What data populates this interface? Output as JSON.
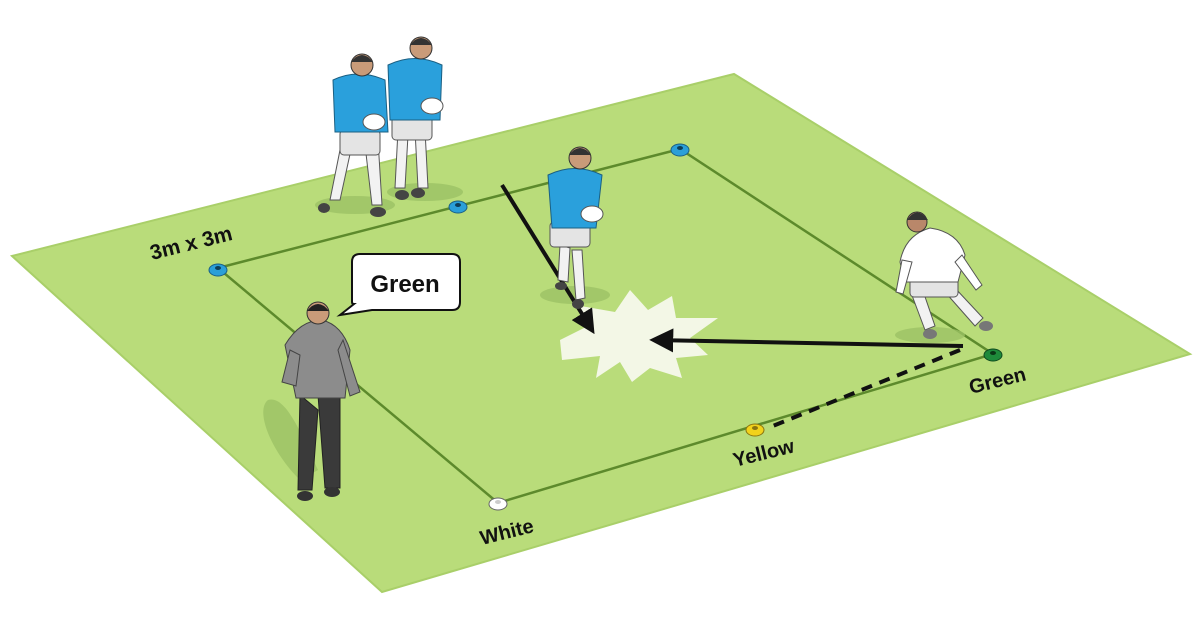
{
  "grid_label": "3m x 3m",
  "speech_bubble": {
    "text": "Green"
  },
  "cones": [
    {
      "label": "White",
      "color": "#ffffff"
    },
    {
      "label": "Yellow",
      "color": "#f2d21b"
    },
    {
      "label": "Green",
      "color": "#1e8a3a"
    }
  ],
  "colors": {
    "pitch": "#b9dc7a",
    "pitch_edge": "#a9cf69",
    "grid_line": "#5d8a2c",
    "blue_cone": "#2a9fd8",
    "attacker_shirt": "#2aa0dc",
    "defender_shirt": "#ffffff",
    "coach_shirt": "#8c8c8c",
    "collision": "#f3f7e6"
  },
  "players": [
    {
      "role": "attacker",
      "shirt": "blue"
    },
    {
      "role": "attacker",
      "shirt": "blue"
    },
    {
      "role": "attacker",
      "shirt": "blue"
    },
    {
      "role": "defender",
      "shirt": "white"
    },
    {
      "role": "coach",
      "shirt": "grey"
    }
  ]
}
